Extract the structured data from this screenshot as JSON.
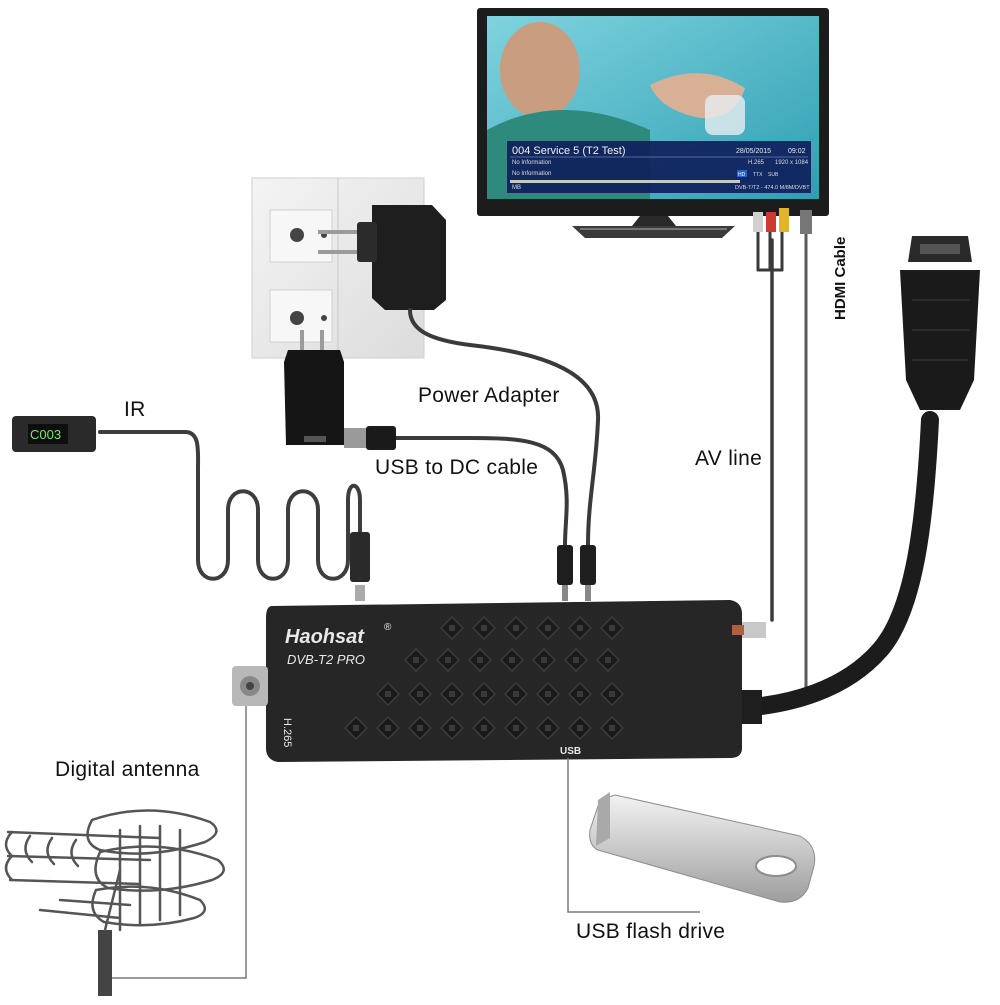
{
  "labels": {
    "ir": "IR",
    "power_adapter": "Power Adapter",
    "usb_to_dc": "USB to DC cable",
    "av_line": "AV line",
    "hdmi_cable": "HDMI Cable",
    "digital_antenna": "Digital antenna",
    "usb_flash_drive": "USB flash drive"
  },
  "receiver": {
    "brand": "Haohsat",
    "registered_mark": "®",
    "model": "DVB-T2 PRO",
    "codec": "H.265",
    "usb_port_label": "USB"
  },
  "ir_display": "C003",
  "tv_osd": {
    "channel": "004 Service 5 (T2 Test)",
    "date": "28/05/2015",
    "time": "09:02",
    "info_1": "No Information",
    "codec": "H.265",
    "resolution": "1920 x 1084",
    "info_2": "No Information",
    "badges": [
      "HD",
      "TTX",
      "SUB"
    ],
    "unit": "MB",
    "signal": "DVB-T/T2 - 474.0 M/8M/DVBT"
  },
  "colors": {
    "device": "#262626",
    "cable": "#3a3a3a",
    "leader_line": "#777777",
    "tv_screen": "#4ab6c6",
    "osd_bar": "#10205a",
    "text": "#111111"
  }
}
